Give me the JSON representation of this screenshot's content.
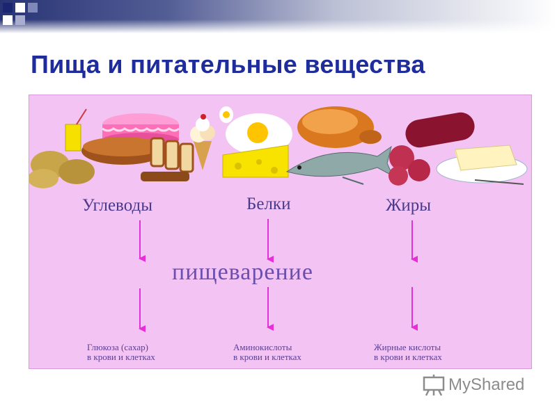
{
  "slide": {
    "title": "Пища и питательные вещества"
  },
  "diagram": {
    "categories": [
      {
        "label": "Углеводы",
        "result_line1": "Глюкоза (сахар)",
        "result_line2": "в крови и клетках"
      },
      {
        "label": "Белки",
        "result_line1": "Аминокислоты",
        "result_line2": "в крови и клетках"
      },
      {
        "label": "Жиры",
        "result_line1": "Жирные кислоты",
        "result_line2": "в крови и клетках"
      }
    ],
    "process_label": "пищеварение"
  },
  "watermark": {
    "brand": "MyShared"
  },
  "colors": {
    "title": "#1f2d9c",
    "panel": "#f3c3f3",
    "arrow": "#e62fd6",
    "label": "#4b3a8a"
  }
}
